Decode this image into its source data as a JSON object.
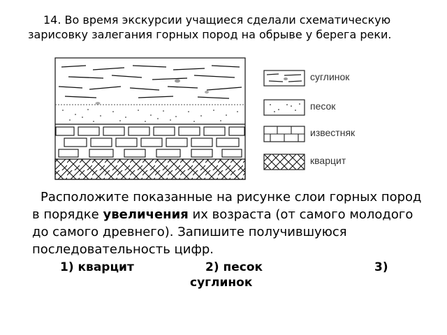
{
  "question": {
    "text": "14. Во время экскурсии учащиеся сделали схематическую зарисовку залегания горных пород на обрыве у берега реки."
  },
  "legend": {
    "items": [
      {
        "label": "суглинок"
      },
      {
        "label": "песок"
      },
      {
        "label": "известняк"
      },
      {
        "label": "кварцит"
      }
    ]
  },
  "task": {
    "part1": "Расположите показанные на рисунке слои горных пород в порядке ",
    "bold": "увеличения",
    "part2": " их возраста (от самого молодого до самого древнего). Запишите получившуюся последовательность цифр."
  },
  "answers": {
    "option1": "1) кварцит",
    "option2": "2) песок",
    "option3_num": "3)",
    "option3_word": "суглинок"
  }
}
